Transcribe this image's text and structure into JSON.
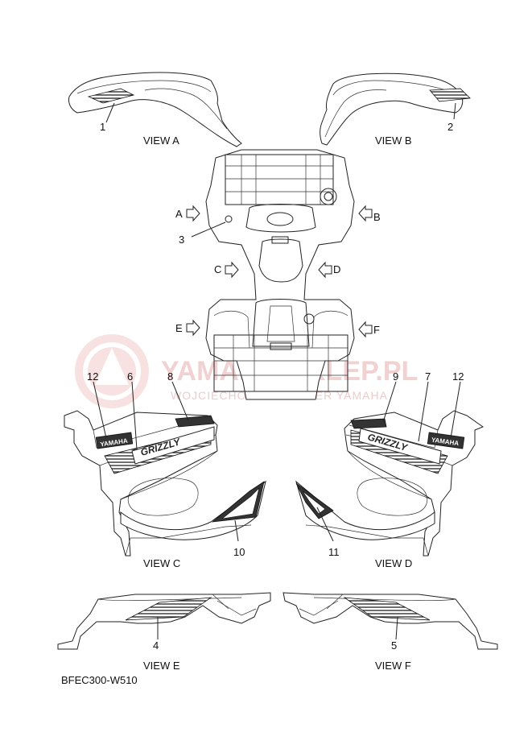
{
  "views": {
    "a": "VIEW A",
    "b": "VIEW B",
    "c": "VIEW C",
    "d": "VIEW D",
    "e": "VIEW E",
    "f": "VIEW F"
  },
  "arrows": {
    "a": "A",
    "b": "B",
    "c": "C",
    "d": "D",
    "e": "E",
    "f": "F"
  },
  "callouts": {
    "p1": "1",
    "p2": "2",
    "p3": "3",
    "p4": "4",
    "p5": "5",
    "p6": "6",
    "p7": "7",
    "p8": "8",
    "p9": "9",
    "p10": "10",
    "p11": "11",
    "p12_left": "12",
    "p12_right": "12"
  },
  "decal_text": {
    "yamaha": "YAMAHA",
    "model": "GRIZZLY"
  },
  "watermark": {
    "main": "YAMAHA-SKLEP.PL",
    "sub": "WOJCIECHOWSKI DEALER YAMAHA"
  },
  "diagram_code": "BFEC300-W510",
  "colors": {
    "watermark": "#e8b4b4",
    "line": "#222222"
  }
}
